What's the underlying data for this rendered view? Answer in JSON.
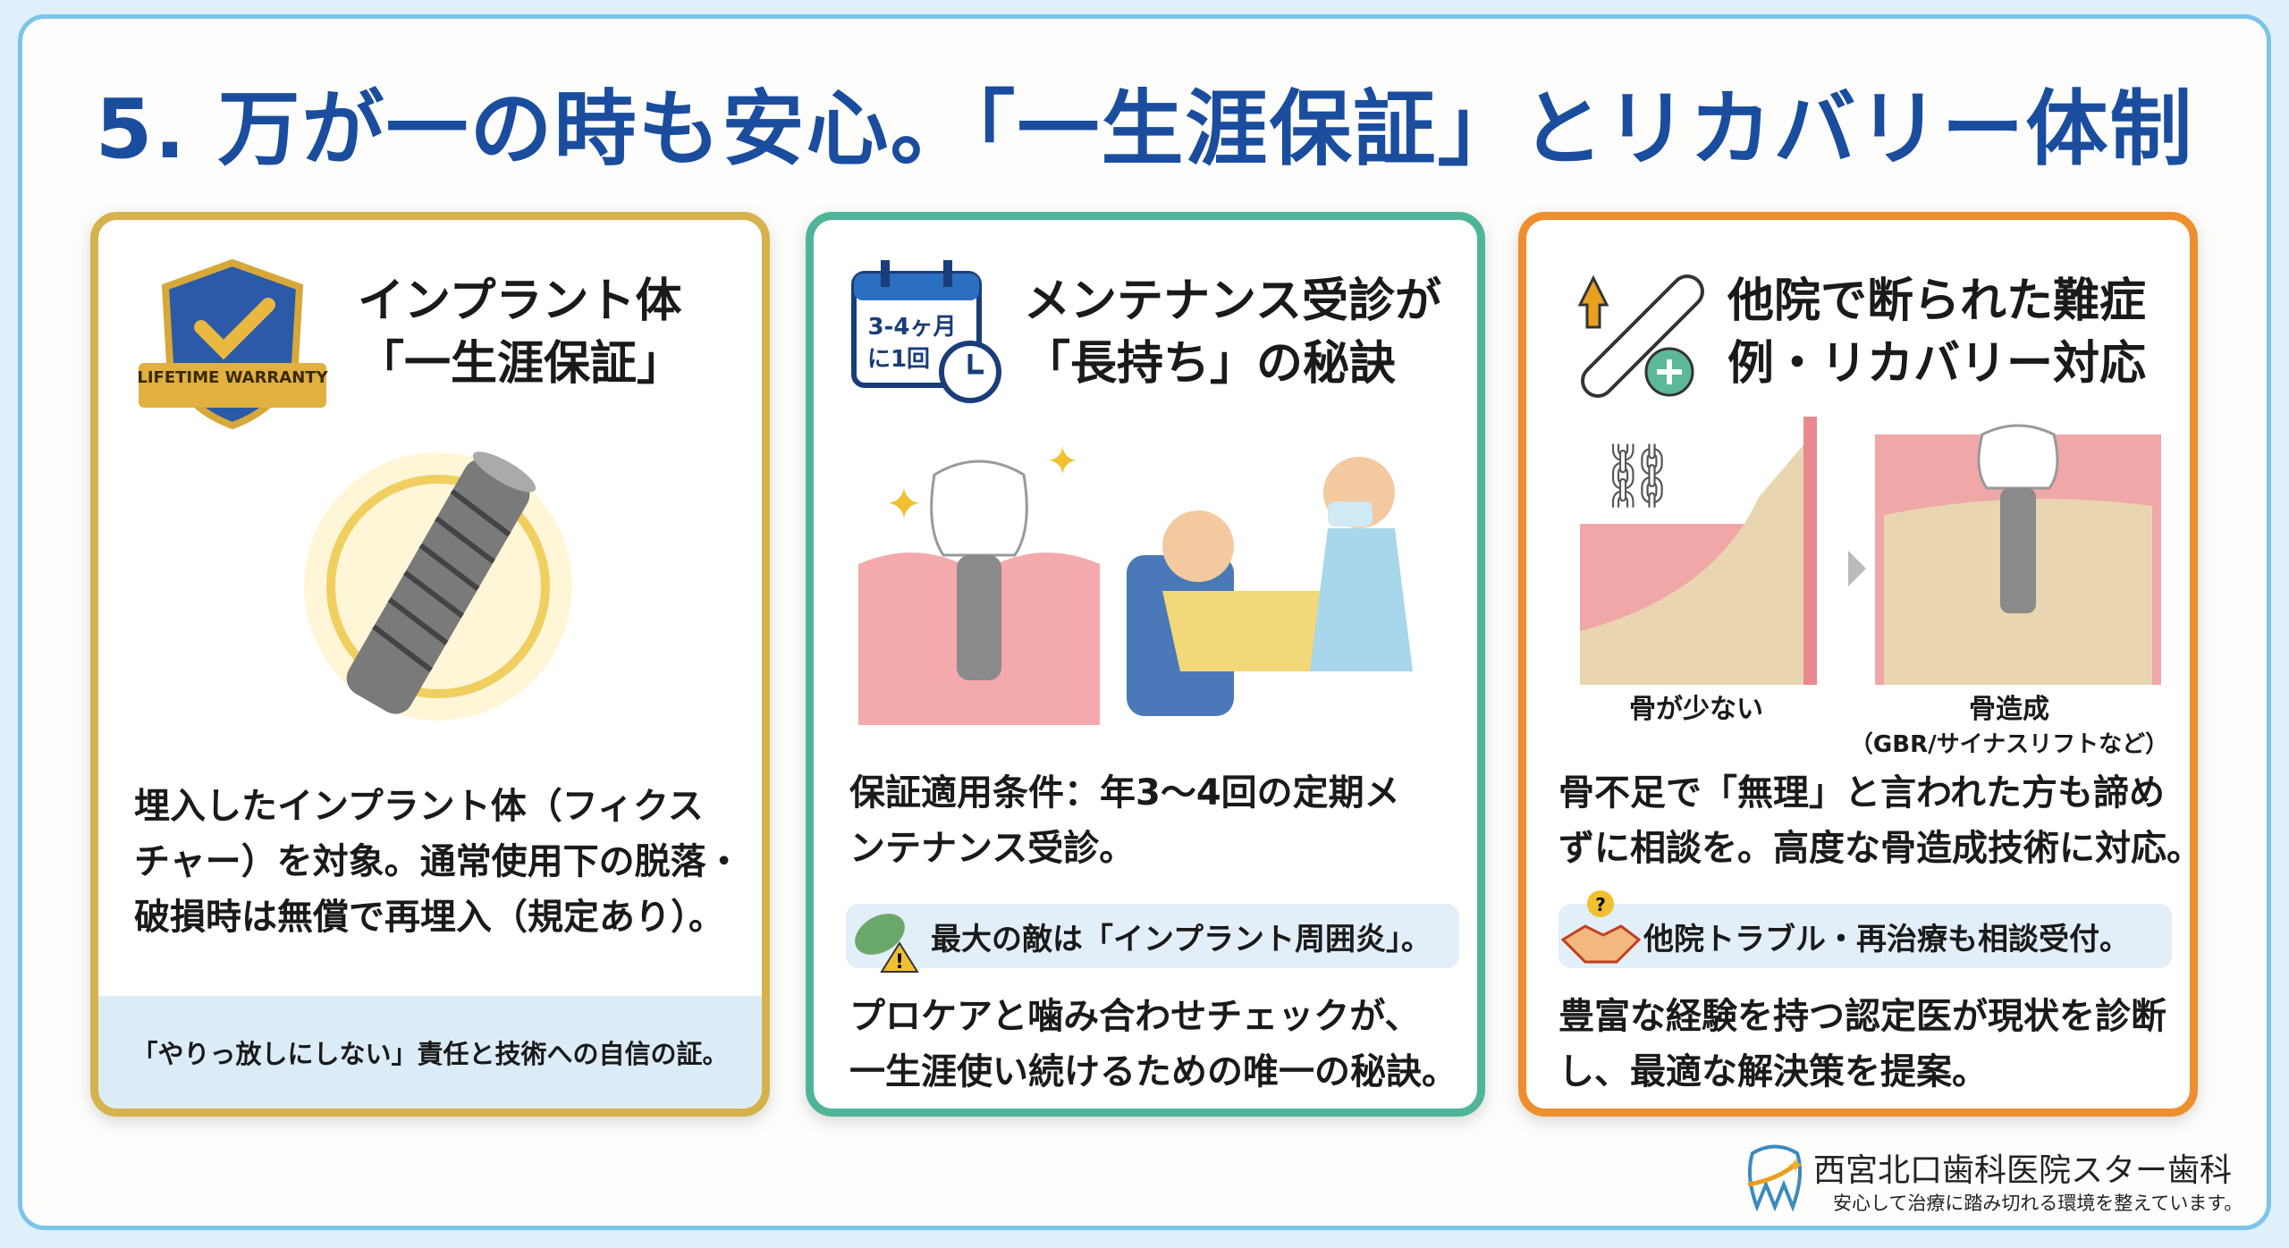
{
  "title": "5. 万が一の時も安心。「一生涯保証」とリカバリー体制",
  "cards": [
    {
      "heading_1": "インプラント体",
      "heading_2": "「一生涯保証」",
      "badge": "LIFETIME WARRANTY",
      "body": [
        "埋入したインプラント体（フィクス",
        "チャー）を対象。通常使用下の脱落・",
        "破損時は無償で再埋入（規定あり）。"
      ],
      "footer": "「やりっ放しにしない」責任と技術への自信の証。"
    },
    {
      "heading_1": "メンテナンス受診が",
      "heading_2": "「長持ち」の秘訣",
      "calendar_1": "3-4ヶ月",
      "calendar_2": "に1回",
      "body": [
        "保証適用条件：年3〜4回の定期メ",
        "ンテナンス受診。"
      ],
      "highlight": "最大の敵は「インプラント周囲炎」。",
      "body2": [
        "プロケアと噛み合わせチェックが、",
        "一生涯使い続けるための唯一の秘訣。"
      ]
    },
    {
      "heading_1": "他院で断られた難症",
      "heading_2": "例・リカバリー対応",
      "label_before": "骨が少ない",
      "label_after": "骨造成",
      "label_after_sub": "（GBR/サイナスリフトなど）",
      "body": [
        "骨不足で「無理」と言われた方も諦め",
        "ずに相談を。高度な骨造成技術に対応。"
      ],
      "highlight": "他院トラブル・再治療も相談受付。",
      "body2": [
        "豊富な経験を持つ認定医が現状を診断",
        "し、最適な解決策を提案。"
      ]
    }
  ],
  "clinic": {
    "name": "西宮北口歯科医院スター歯科",
    "tagline": "安心して治療に踏み切れる環境を整えています。"
  }
}
